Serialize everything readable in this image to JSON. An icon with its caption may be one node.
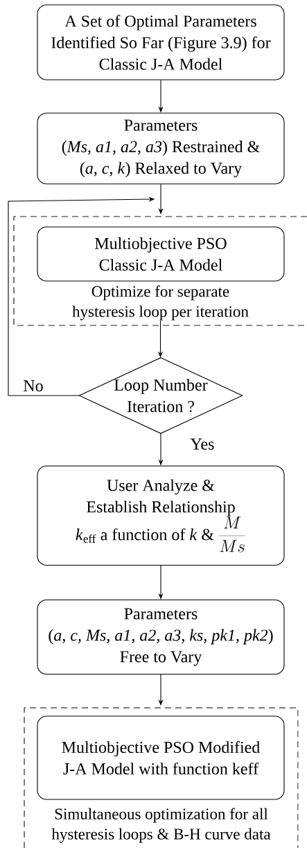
{
  "diagram": {
    "nodes": [
      {
        "text": [
          "A Set of Optimal Parameters Identified So Far (Figure 3.9) for Classic J-A Model"
        ]
      },
      {
        "text": [
          "Parameters",
          "(*Ms*, *a1*, *a2*, *a3*) Restrained & (*a*, *c*, *k*) Relaxed to Vary"
        ]
      },
      {
        "text": [
          "Optimize for separate hysteresis loop per iteration"
        ]
      },
      {
        "text": [
          "Multiobjective PSO Classic J-A Model"
        ],
        "in": 2
      },
      {
        "text": [
          "Loop Number Iteration ?"
        ]
      },
      {
        "text": [
          "User Analyze & Establish Relationship",
          "*k*$_{eff}$ a function of *k* &",
          "\\frac{M}{Ms}"
        ]
      },
      {
        "text": [
          "Parameters",
          "(*a*, *c*, *Ms*, *a1*, *a2*, *a3*, *ks*, *pk1*, *pk2*) Free to Vary"
        ]
      },
      {
        "text": [
          "Simultaneous optimization for all hysteresis loops & B-H curve data"
        ]
      },
      {
        "text": [
          "Multiobjective PSO Modified J-A Model with function keff"
        ],
        "in": 7
      }
    ],
    "edges": [
      {
        "from": 0,
        "to": 1,
        "arrow": "to"
      },
      {
        "from": 1,
        "to": 2,
        "arrow": "to"
      },
      {
        "from": 2,
        "to": 4,
        "arrow": "to"
      },
      {
        "from": 4,
        "to": 5,
        "arrow": "to",
        "label": "Yes"
      },
      {
        "from": 4,
        "to": 2,
        "arrow": "to",
        "label": "No"
      },
      {
        "from": 5,
        "to": 6,
        "arrow": "to"
      },
      {
        "from": 6,
        "to": 7,
        "arrow": "to"
      }
    ]
  }
}
